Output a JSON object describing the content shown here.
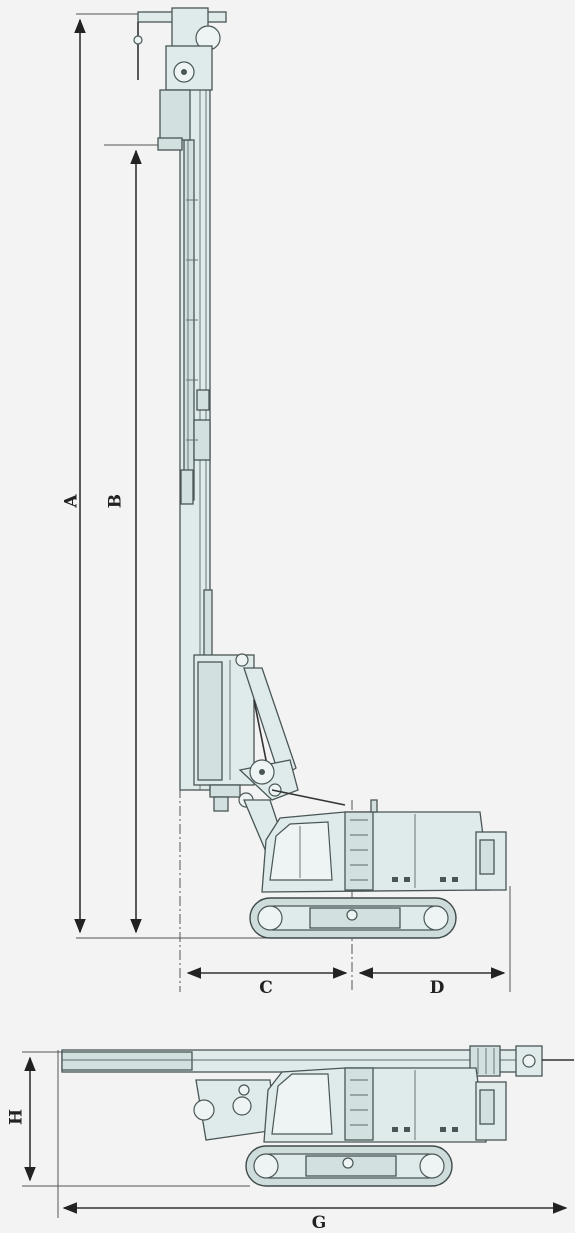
{
  "dimensions": {
    "A": "A",
    "B": "B",
    "C": "C",
    "D": "D",
    "G": "G",
    "H": "H"
  },
  "colors": {
    "machine_fill": "#dfeaea",
    "outline": "#4a5656",
    "dimension_line": "#333333",
    "background": "#f3f3f3"
  }
}
